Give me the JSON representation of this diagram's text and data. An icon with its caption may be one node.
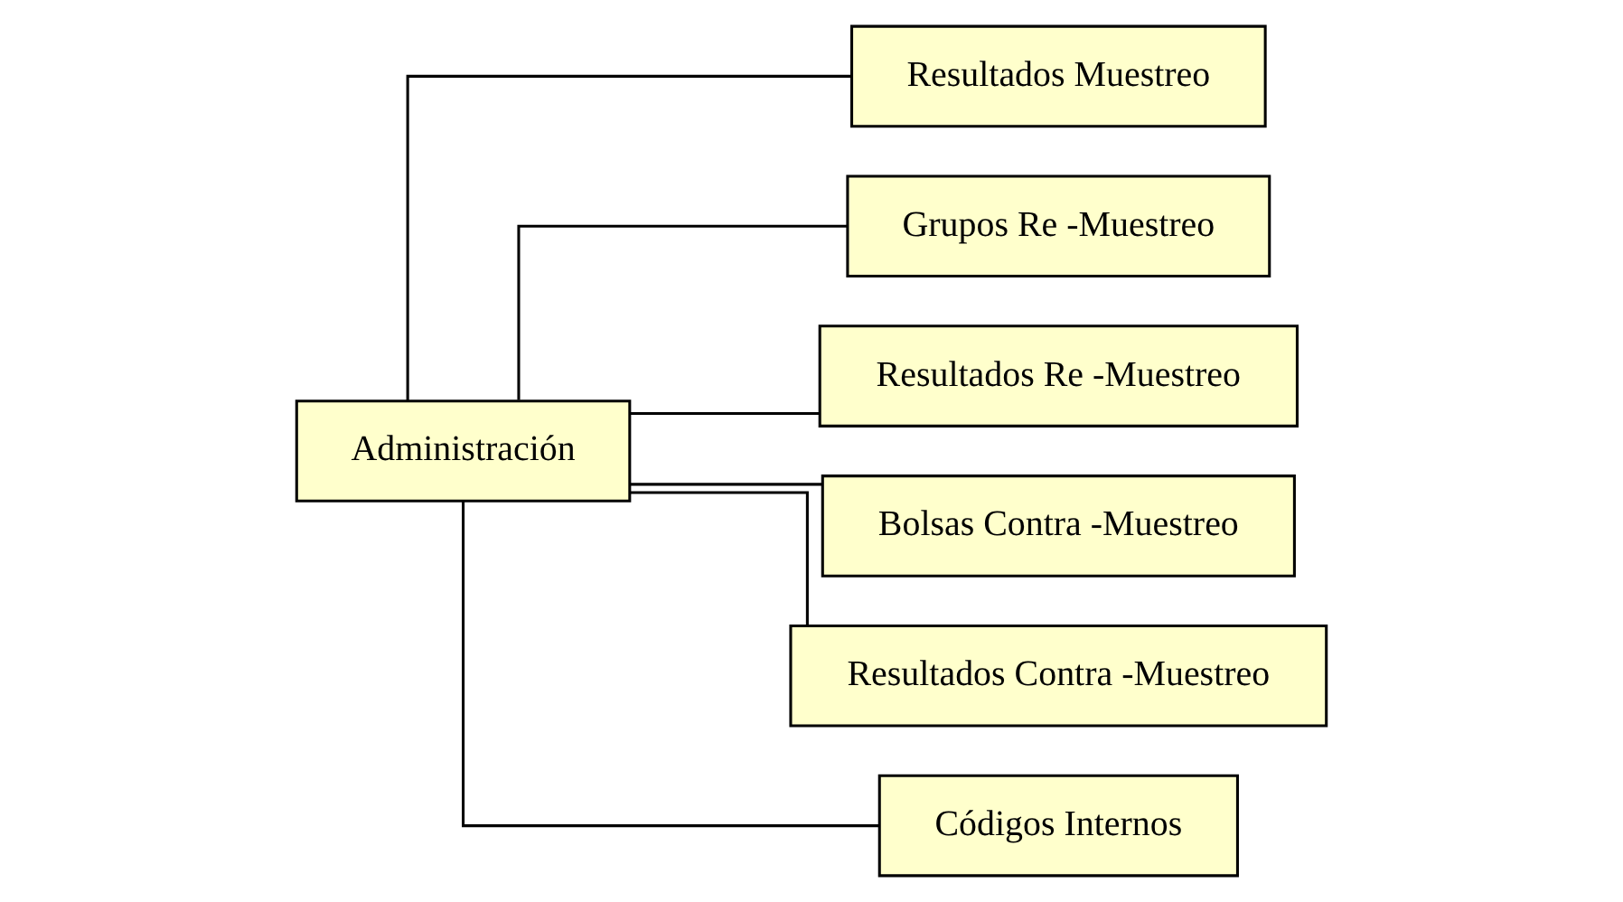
{
  "diagram": {
    "nodes": [
      {
        "text": [
          "Administración"
        ]
      },
      {
        "text": [
          "Resultados Muestreo"
        ]
      },
      {
        "text": [
          "Grupos Re -Muestreo"
        ]
      },
      {
        "text": [
          "Resultados Re -Muestreo"
        ]
      },
      {
        "text": [
          "Bolsas Contra -Muestreo"
        ]
      },
      {
        "text": [
          "Resultados Contra -Muestreo"
        ]
      },
      {
        "text": [
          "Códigos Internos"
        ]
      }
    ],
    "edges": [
      {
        "from": 0,
        "to": 1,
        "arrow": "none"
      },
      {
        "from": 0,
        "to": 2,
        "arrow": "none"
      },
      {
        "from": 0,
        "to": 3,
        "arrow": "none"
      },
      {
        "from": 0,
        "to": 4,
        "arrow": "none"
      },
      {
        "from": 0,
        "to": 5,
        "arrow": "none"
      },
      {
        "from": 0,
        "to": 6,
        "arrow": "none"
      }
    ]
  }
}
